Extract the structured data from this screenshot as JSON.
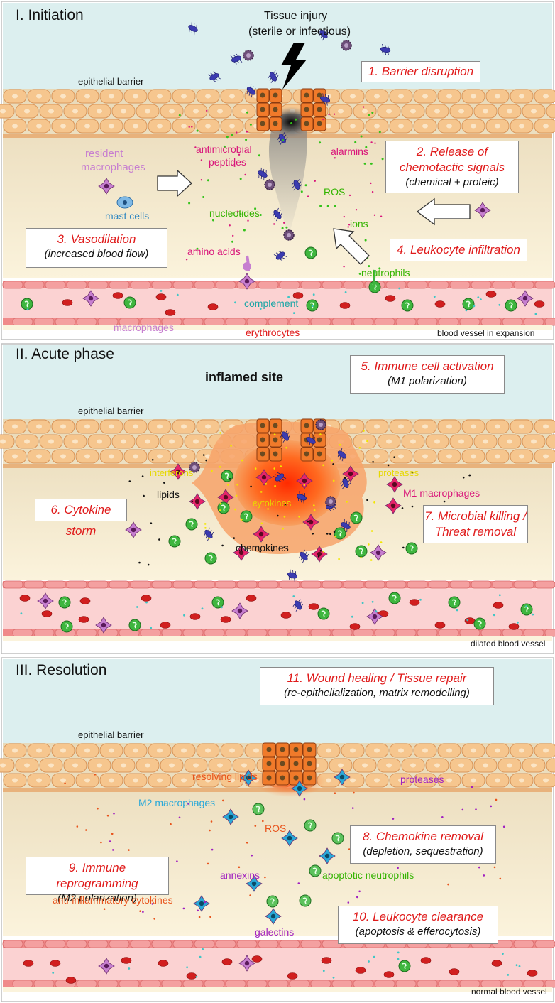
{
  "colors": {
    "step_red": "#e01b1b",
    "resident_macrophage": "#c77fd0",
    "mast_cell": "#2e86c1",
    "green_label": "#33b400",
    "magenta_label": "#d9157a",
    "cyan_label": "#1aa5a5",
    "orange_label": "#e8541c",
    "m2_cyan": "#2aa9d8",
    "purple_label": "#a020c0",
    "yellow_label": "#e6d800"
  },
  "section1": {
    "title": "I. Initiation",
    "injury": "Tissue injury",
    "injury_sub": "(sterile or infectious)",
    "epithelial": "epithelial barrier",
    "step1": "1. Barrier disruption",
    "step2": "2. Release of",
    "step2b": "chemotactic signals",
    "step2_sub": "(chemical + proteic)",
    "step3": "3. Vasodilation",
    "step3_sub": "(increased blood flow)",
    "step4": "4. Leukocyte infiltration",
    "resident1": "resident",
    "resident2": "macrophages",
    "mast": "mast cells",
    "amp1": "antimicrobial",
    "amp2": "peptides",
    "alarmins": "alarmins",
    "ros": "ROS",
    "nucleotides": "nucleotides",
    "ions": "ions",
    "amino": "amino acids",
    "neutrophils": "neutrophils",
    "complement": "complement",
    "macrophages": "macrophages",
    "erythrocytes": "erythrocytes",
    "vessel": "blood vessel in expansion"
  },
  "section2": {
    "title": "II. Acute phase",
    "inflamed": "inflamed site",
    "epithelial": "epithelial barrier",
    "step5": "5. Immune cell activation",
    "step5_sub": "(M1 polarization)",
    "step6": "6. Cytokine storm",
    "step7": "7. Microbial killing /",
    "step7b": "Threat removal",
    "interferons": "interferons",
    "proteases": "proteases",
    "lipids": "lipids",
    "m1": "M1 macrophages",
    "cytokines": "cytokines",
    "chemokines": "chemokines",
    "vessel": "dilated blood vessel"
  },
  "section3": {
    "title": "III. Resolution",
    "epithelial": "epithelial barrier",
    "step11": "11. Wound healing / Tissue repair",
    "step11_sub": "(re-epithelialization, matrix remodelling)",
    "step8": "8. Chemokine removal",
    "step8_sub": "(depletion, sequestration)",
    "step9": "9. Immune reprogramming",
    "step9_sub": "(M2 polarization)",
    "step10": "10. Leukocyte clearance",
    "step10_sub": "(apoptosis & efferocytosis)",
    "resolving": "resolving lipids",
    "proteases": "proteases",
    "m2": "M2 macrophages",
    "ros": "ROS",
    "annexins": "annexins",
    "apoptotic": "apoptotic neutrophils",
    "antiinflam": "anti-inflammatory cytokines",
    "galectins": "galectins",
    "vessel": "normal blood vessel"
  }
}
